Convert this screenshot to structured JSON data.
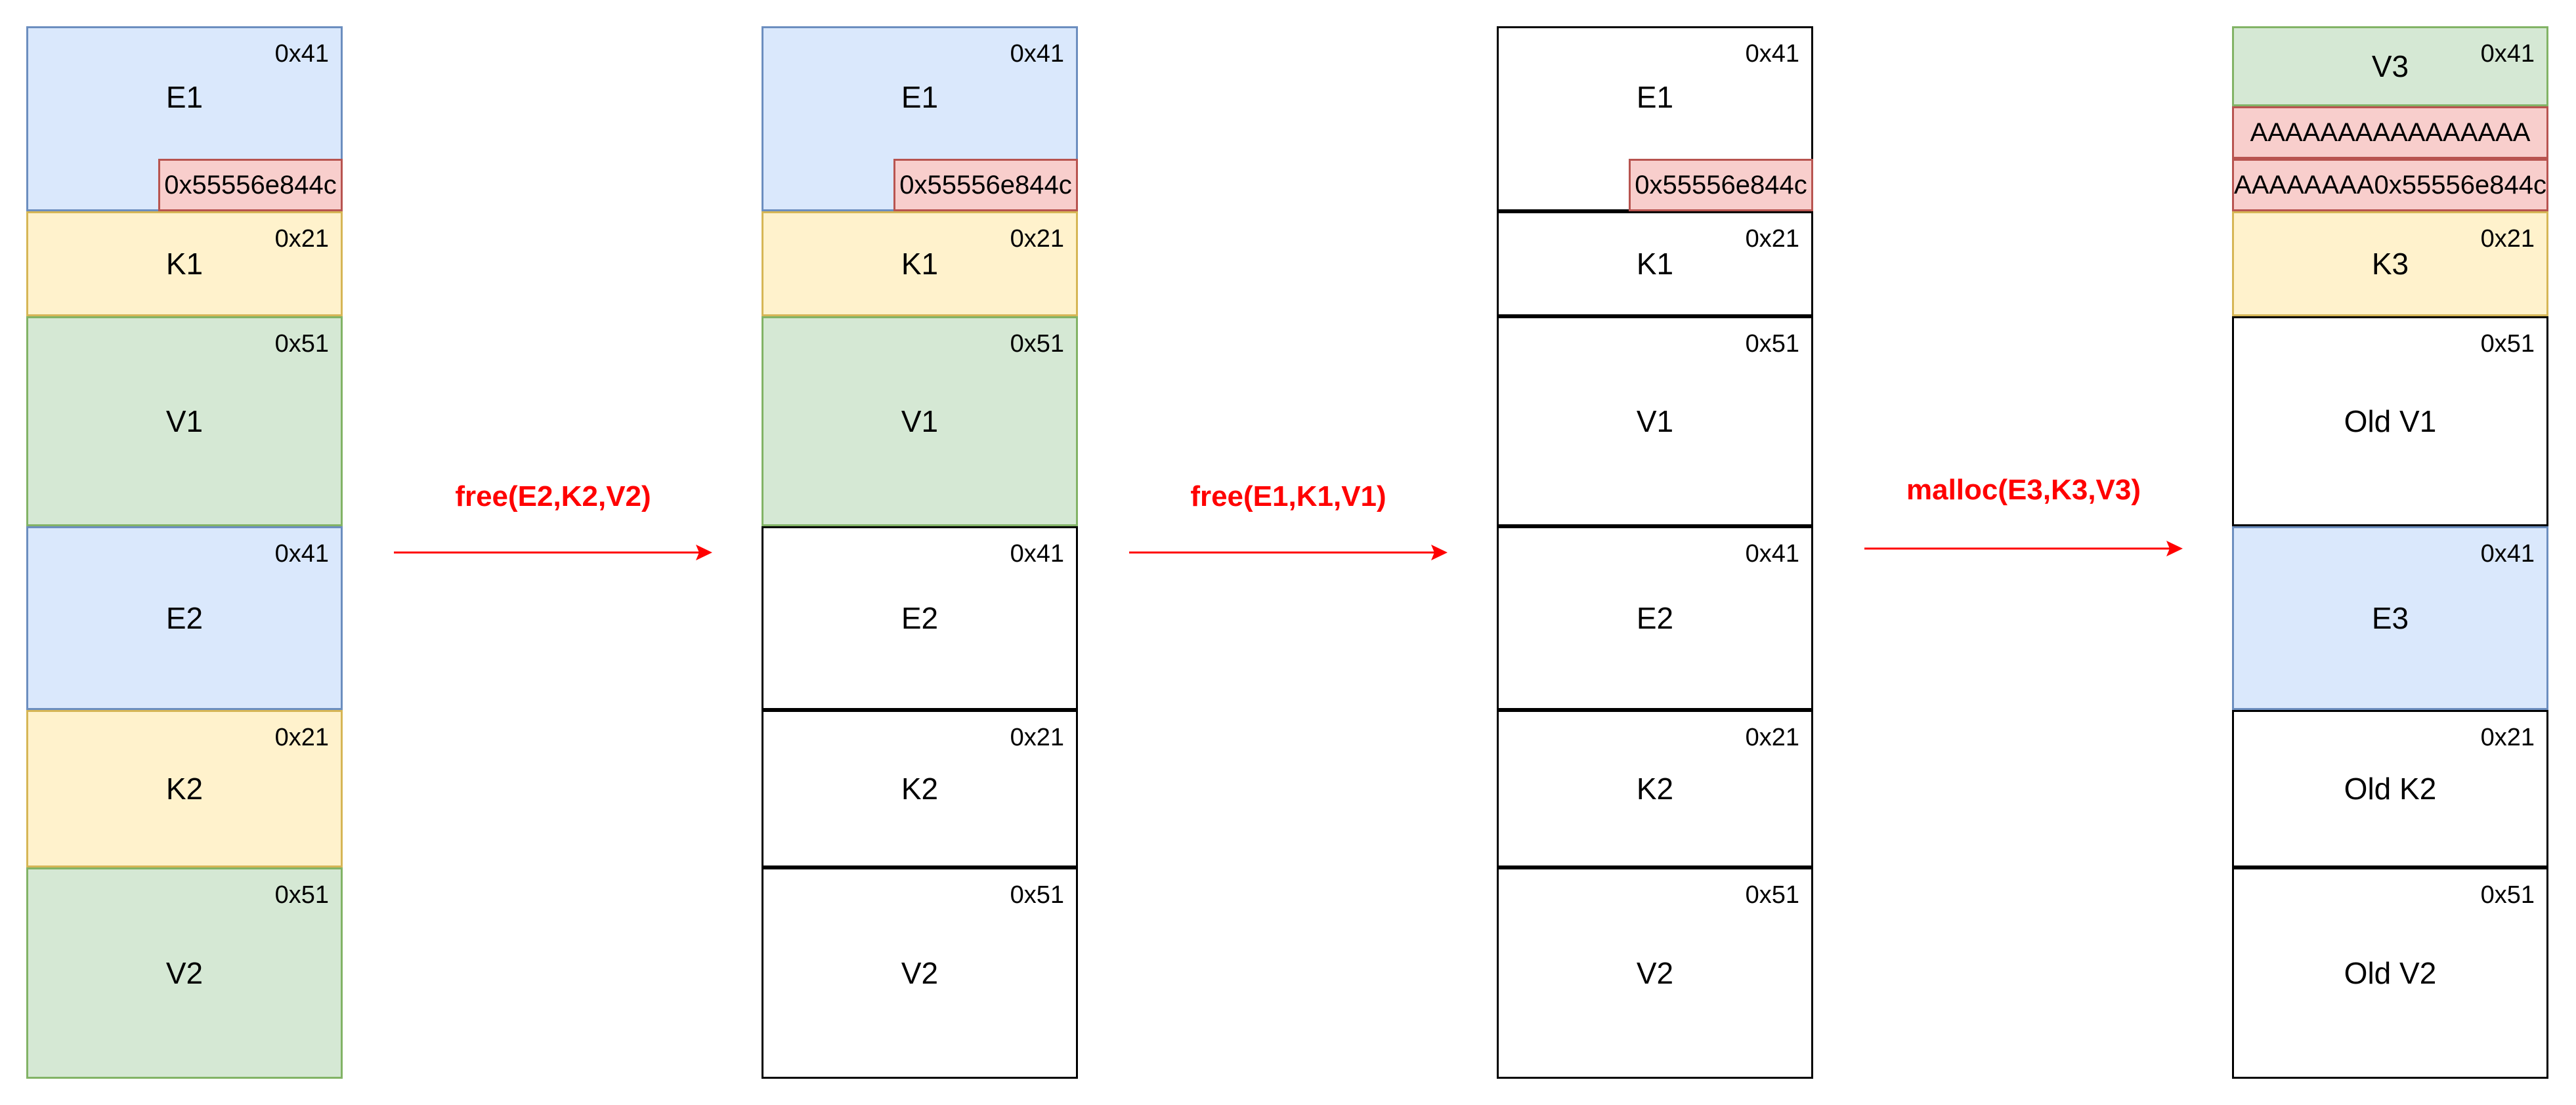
{
  "colors": {
    "edge_fill": "#dae8fc",
    "edge_stroke": "#6c8ebf",
    "key_fill": "#fff2cc",
    "key_stroke": "#d6b656",
    "value_fill": "#d5e8d4",
    "value_stroke": "#82b366",
    "pointer_fill": "#f8cecc",
    "pointer_stroke": "#b85450",
    "arrow": "#ff0000"
  },
  "stage1": {
    "e1": {
      "label": "E1",
      "size": "0x41",
      "ptr": "0x55556e844c"
    },
    "k1": {
      "label": "K1",
      "size": "0x21"
    },
    "v1": {
      "label": "V1",
      "size": "0x51"
    },
    "e2": {
      "label": "E2",
      "size": "0x41"
    },
    "k2": {
      "label": "K2",
      "size": "0x21"
    },
    "v2": {
      "label": "V2",
      "size": "0x51"
    }
  },
  "stage2": {
    "e1": {
      "label": "E1",
      "size": "0x41",
      "ptr": "0x55556e844c"
    },
    "k1": {
      "label": "K1",
      "size": "0x21"
    },
    "v1": {
      "label": "V1",
      "size": "0x51"
    },
    "e2": {
      "label": "E2",
      "size": "0x41"
    },
    "k2": {
      "label": "K2",
      "size": "0x21"
    },
    "v2": {
      "label": "V2",
      "size": "0x51"
    }
  },
  "stage3": {
    "e1": {
      "label": "E1",
      "size": "0x41",
      "ptr": "0x55556e844c"
    },
    "k1": {
      "label": "K1",
      "size": "0x21"
    },
    "v1": {
      "label": "V1",
      "size": "0x51"
    },
    "e2": {
      "label": "E2",
      "size": "0x41"
    },
    "k2": {
      "label": "K2",
      "size": "0x21"
    },
    "v2": {
      "label": "V2",
      "size": "0x51"
    }
  },
  "stage4": {
    "v3": {
      "label": "V3",
      "size": "0x41",
      "overflow1": "AAAAAAAAAAAAAAAA",
      "overflow2": "AAAAAAAA0x55556e844c"
    },
    "k3": {
      "label": "K3",
      "size": "0x21"
    },
    "old_v1": {
      "label": "Old V1",
      "size": "0x51"
    },
    "e3": {
      "label": "E3",
      "size": "0x41"
    },
    "old_k2": {
      "label": "Old K2",
      "size": "0x21"
    },
    "old_v2": {
      "label": "Old V2",
      "size": "0x51"
    }
  },
  "arrows": {
    "a1": "free(E2,K2,V2)",
    "a2": "free(E1,K1,V1)",
    "a3": "malloc(E3,K3,V3)"
  }
}
